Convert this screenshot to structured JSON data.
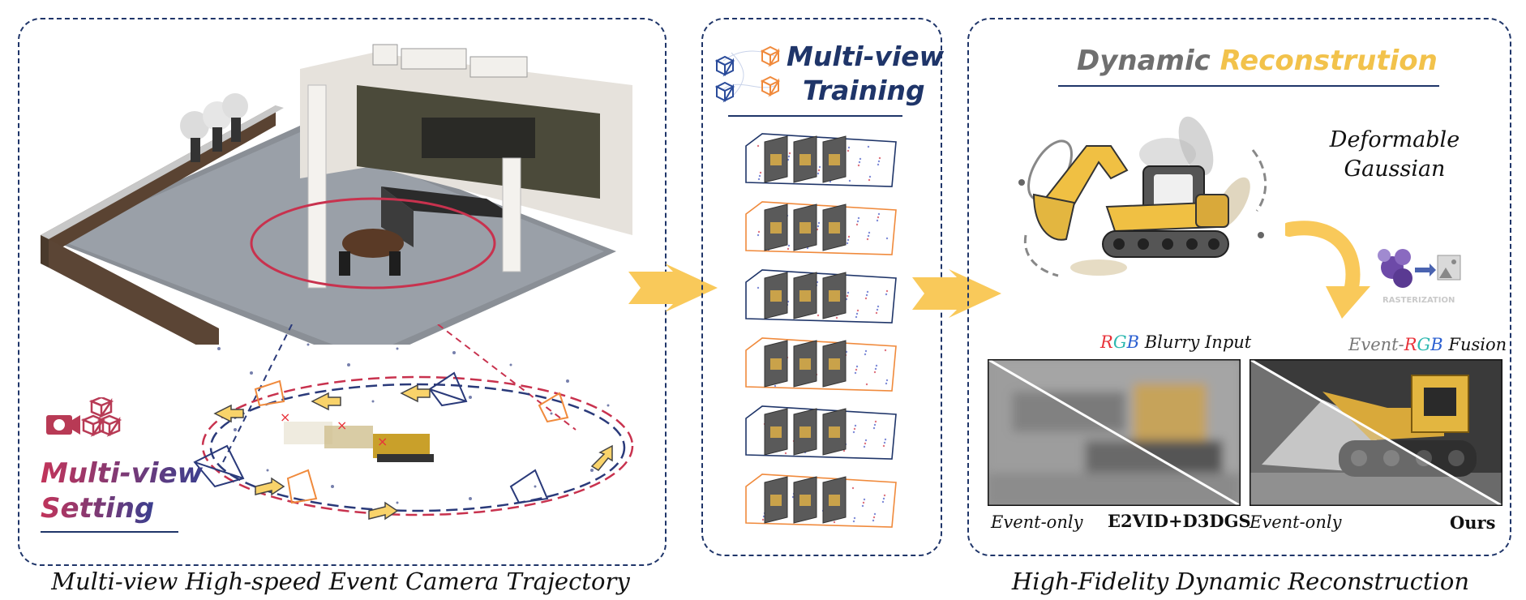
{
  "panels": {
    "setting": {
      "title_line1": "Multi-view",
      "title_line2": "Setting",
      "caption": "Multi-view High-speed Event Camera Trajectory"
    },
    "training": {
      "title_line1": "Multi-view",
      "title_line2": "Training",
      "frame_count": 6
    },
    "reconstruction": {
      "title_word1": "Dynamic",
      "title_word2": "Reconstrution",
      "method_label_line1": "Deformable",
      "method_label_line2": "Gaussian",
      "rasterization_label": "RASTERIZATION",
      "left_image": {
        "header_r": "R",
        "header_g": "G",
        "header_b": "B",
        "header_rest": " Blurry Input",
        "bottom_left": "Event-only",
        "bottom_right": "E2VID+D3DGS"
      },
      "right_image": {
        "header_prefix": "Event-",
        "header_r": "R",
        "header_g": "G",
        "header_b": "B",
        "header_rest": " Fusion",
        "bottom_left": "Event-only",
        "bottom_right": "Ours"
      },
      "caption": "High-Fidelity Dynamic Reconstruction"
    }
  },
  "colors": {
    "navy": "#1f3569",
    "orange": "#f08a3c",
    "yellow_arrow": "#f9c95a",
    "title_gray": "#6f6f6f",
    "title_gold": "#f2c24b",
    "red": "#e8323a",
    "teal": "#2db8b0",
    "blue": "#2a5fd1",
    "setting_gradient_start": "#c2345a",
    "setting_gradient_end": "#3a3f8f"
  },
  "icons": [
    "camera-cube-icon",
    "network-cubes-icon",
    "excavator-icon",
    "rasterization-icon",
    "arrow-right-icon"
  ]
}
